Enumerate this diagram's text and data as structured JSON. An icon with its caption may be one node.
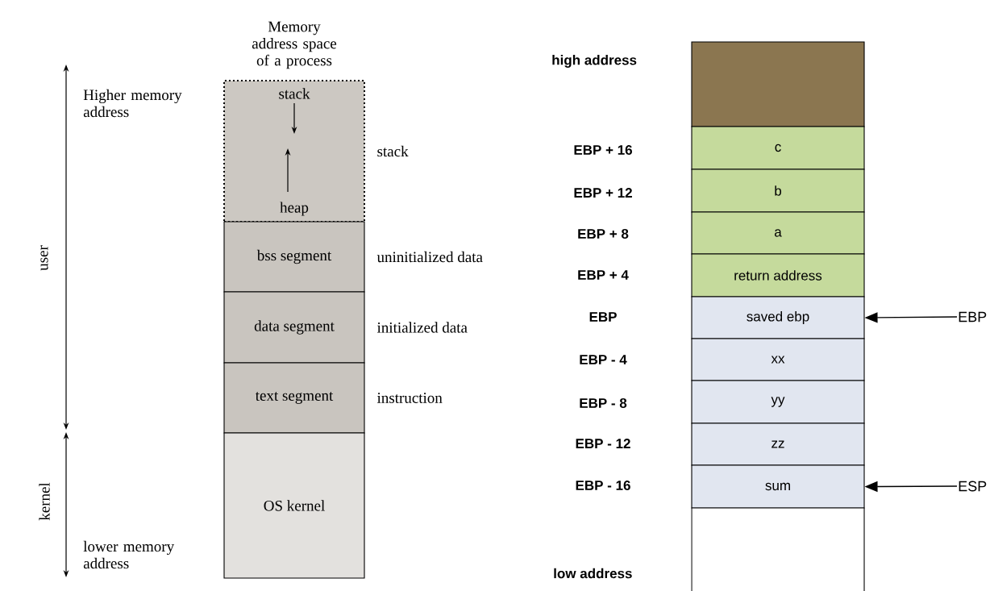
{
  "diagram": {
    "nodes": [
      {
        "text": [
          "stack",
          "heap"
        ],
        "beside": [
          "stack"
        ]
      },
      {
        "text": [
          "bss segment"
        ],
        "beside": [
          "uninitialized data"
        ]
      },
      {
        "text": [
          "data segment"
        ],
        "beside": [
          "initialized data"
        ]
      },
      {
        "text": [
          "text segment"
        ],
        "beside": [
          "instruction"
        ]
      },
      {
        "text": [
          "OS kernel"
        ]
      },
      {
        "text": [],
        "shape": "box"
      },
      {
        "text": [
          "c"
        ]
      },
      {
        "text": [
          "b"
        ]
      },
      {
        "text": [
          "a"
        ]
      },
      {
        "text": [
          "return address"
        ]
      },
      {
        "text": [
          "saved ebp"
        ]
      },
      {
        "text": [
          "xx"
        ]
      },
      {
        "text": [
          "yy"
        ]
      },
      {
        "text": [
          "zz"
        ]
      },
      {
        "text": [
          "sum"
        ]
      },
      {
        "text": [],
        "shape": "box"
      },
      {
        "text": [
          "EBP"
        ]
      },
      {
        "text": [
          "ESP"
        ]
      }
    ],
    "edges": [
      {
        "from": 16,
        "to": 10,
        "arrow": "to"
      },
      {
        "from": 17,
        "to": 14,
        "arrow": "to"
      }
    ],
    "labels": [
      "Memory address space of a process",
      "Higher memory address",
      "user",
      "kernel",
      "lower memory address",
      "high address",
      "EBP + 16",
      "EBP + 12",
      "EBP + 8",
      "EBP + 4",
      "EBP",
      "EBP - 4",
      "EBP - 8",
      "EBP - 12",
      "EBP - 16",
      "low address"
    ]
  }
}
